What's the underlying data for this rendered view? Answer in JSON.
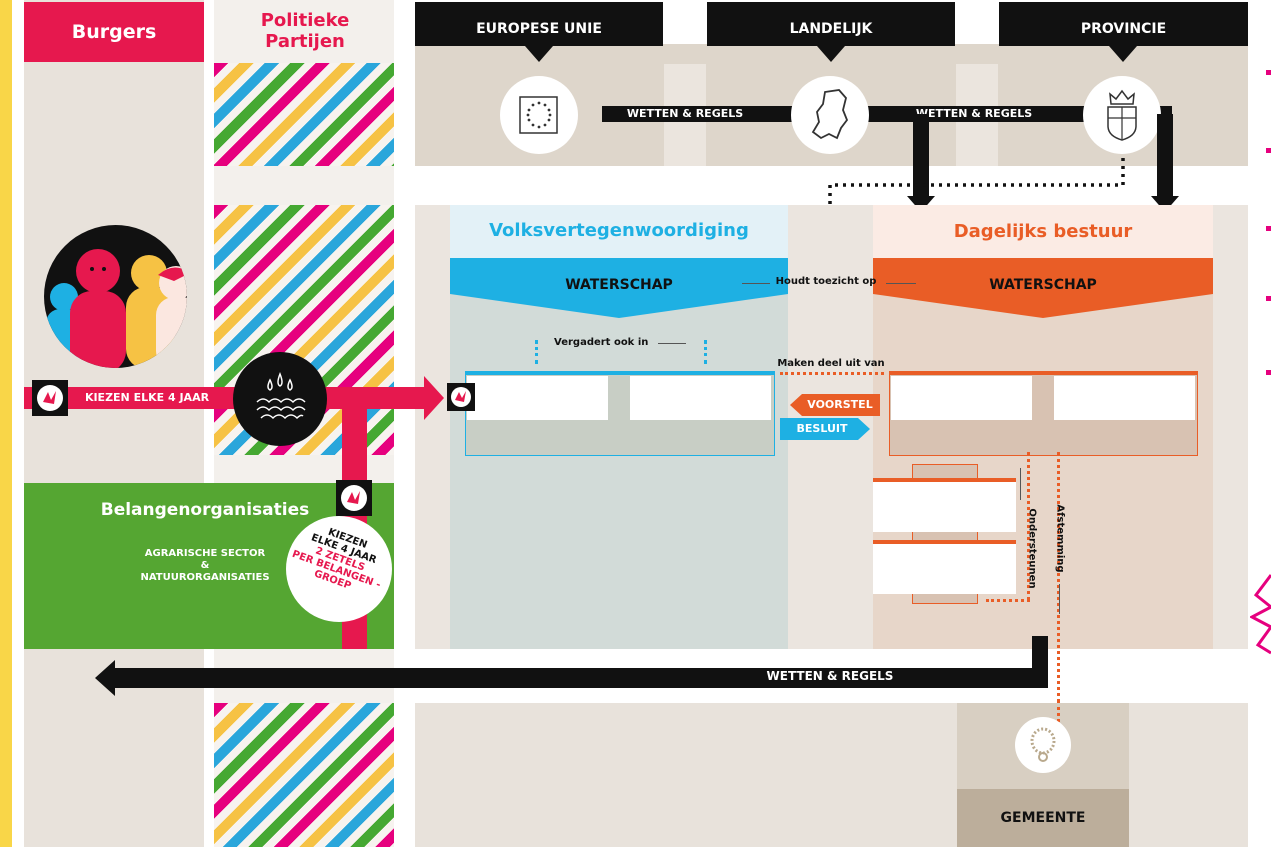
{
  "columns": {
    "burgers": "Burgers",
    "partijen": "Politieke Partijen"
  },
  "levels": [
    "EUROPESE UNIE",
    "LANDELIJK",
    "PROVINCIE"
  ],
  "wetten_regels": "WETTEN & REGELS",
  "volks": {
    "title": "Volksvertegenwoordiging",
    "header": "WATERSCHAP",
    "vergadert": "Vergadert ook in"
  },
  "bestuur": {
    "title": "Dagelijks bestuur",
    "header": "WATERSCHAP"
  },
  "toezicht": "Houdt toezicht op",
  "maken_deel": "Maken deel uit van",
  "voorstel": "VOORSTEL",
  "besluit": "BESLUIT",
  "ondersteunen": "Ondersteunen",
  "afstemming": "Afstemming",
  "kiezen": "KIEZEN ELKE 4 JAAR",
  "belangen": {
    "title": "Belangenorganisaties",
    "line1": "AGRARISCHE SECTOR",
    "line2": "&",
    "line3": "NATUURORGANISATIES",
    "badge1": "KIEZEN",
    "badge2": "ELKE 4 JAAR",
    "badge3": "2 ZETELS",
    "badge4": "PER BELANGEN -",
    "badge5": "GROEP"
  },
  "gemeente": "GEMEENTE",
  "colors": {
    "red": "#e6184e",
    "blue": "#1eb0e3",
    "orange": "#e95d26",
    "green": "#55a632",
    "beige": "#e8e2db",
    "black": "#111111"
  }
}
